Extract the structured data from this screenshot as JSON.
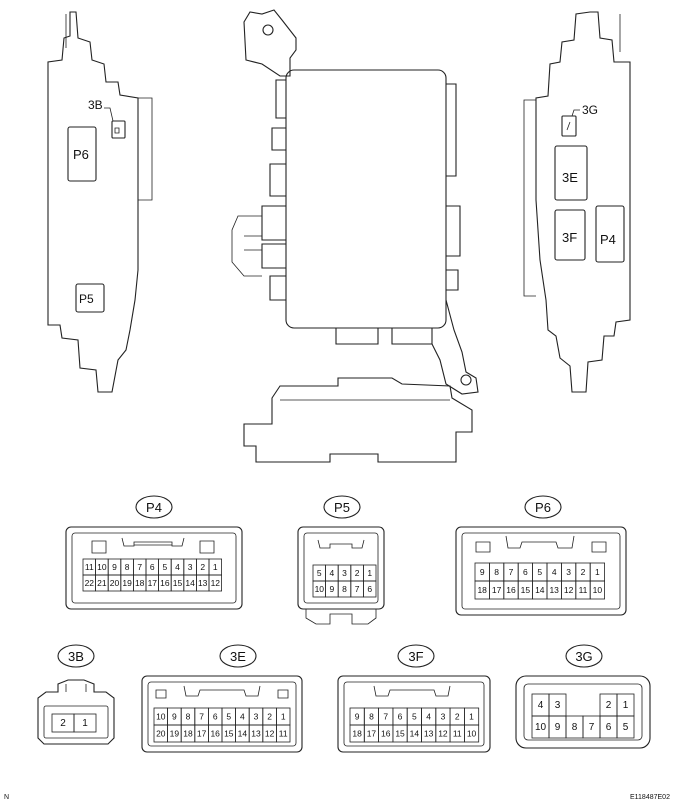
{
  "views": {
    "left_labels": [
      "3B",
      "P6",
      "P5"
    ],
    "right_labels": [
      "3G",
      "3E",
      "3F",
      "P4"
    ]
  },
  "connectors": [
    {
      "id": "P4",
      "rows": [
        [
          "11",
          "10",
          "9",
          "8",
          "7",
          "6",
          "5",
          "4",
          "3",
          "2",
          "1"
        ],
        [
          "22",
          "21",
          "20",
          "19",
          "18",
          "17",
          "16",
          "15",
          "14",
          "13",
          "12"
        ]
      ]
    },
    {
      "id": "P5",
      "rows": [
        [
          "5",
          "4",
          "3",
          "2",
          "1"
        ],
        [
          "10",
          "9",
          "8",
          "7",
          "6"
        ]
      ]
    },
    {
      "id": "P6",
      "rows": [
        [
          "9",
          "8",
          "7",
          "6",
          "5",
          "4",
          "3",
          "2",
          "1"
        ],
        [
          "18",
          "17",
          "16",
          "15",
          "14",
          "13",
          "12",
          "11",
          "10"
        ]
      ]
    },
    {
      "id": "3B",
      "rows": [
        [
          "2",
          "1"
        ]
      ]
    },
    {
      "id": "3E",
      "rows": [
        [
          "10",
          "9",
          "8",
          "7",
          "6",
          "5",
          "4",
          "3",
          "2",
          "1"
        ],
        [
          "20",
          "19",
          "18",
          "17",
          "16",
          "15",
          "14",
          "13",
          "12",
          "11"
        ]
      ]
    },
    {
      "id": "3F",
      "rows": [
        [
          "9",
          "8",
          "7",
          "6",
          "5",
          "4",
          "3",
          "2",
          "1"
        ],
        [
          "18",
          "17",
          "16",
          "15",
          "14",
          "13",
          "12",
          "11",
          "10"
        ]
      ]
    },
    {
      "id": "3G",
      "rows": [
        [
          "4",
          "3",
          "",
          "",
          "2",
          "1"
        ],
        [
          "10",
          "9",
          "8",
          "7",
          "6",
          "5"
        ]
      ]
    }
  ],
  "footer": {
    "left": "N",
    "right": "E118487E02"
  }
}
